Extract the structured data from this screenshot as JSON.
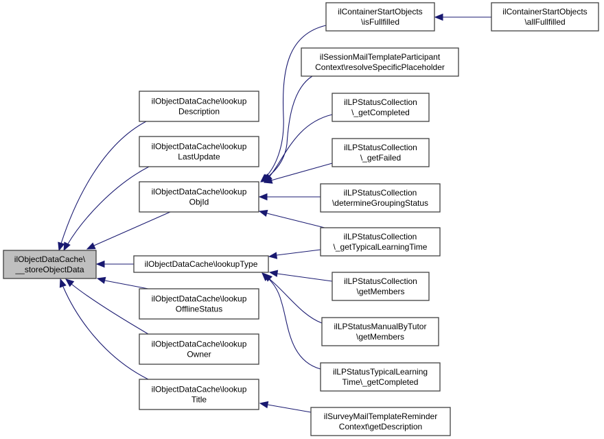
{
  "diagram": {
    "type": "call-graph",
    "edge_color": "#191970",
    "root_fill": "#bfbfbf",
    "nodes": [
      {
        "id": "root",
        "lines": [
          "ilObjectDataCache\\",
          "__storeObjectData"
        ],
        "root": true
      },
      {
        "id": "lookupDescription",
        "lines": [
          "ilObjectDataCache\\lookup",
          "Description"
        ]
      },
      {
        "id": "lookupLastUpdate",
        "lines": [
          "ilObjectDataCache\\lookup",
          "LastUpdate"
        ]
      },
      {
        "id": "lookupObjId",
        "lines": [
          "ilObjectDataCache\\lookup",
          "ObjId"
        ]
      },
      {
        "id": "lookupType",
        "lines": [
          "ilObjectDataCache\\lookupType"
        ]
      },
      {
        "id": "lookupOfflineStatus",
        "lines": [
          "ilObjectDataCache\\lookup",
          "OfflineStatus"
        ]
      },
      {
        "id": "lookupOwner",
        "lines": [
          "ilObjectDataCache\\lookup",
          "Owner"
        ]
      },
      {
        "id": "lookupTitle",
        "lines": [
          "ilObjectDataCache\\lookup",
          "Title"
        ]
      },
      {
        "id": "isFullfilled",
        "lines": [
          "ilContainerStartObjects",
          "\\isFullfilled"
        ]
      },
      {
        "id": "allFullfilled",
        "lines": [
          "ilContainerStartObjects",
          "\\allFullfilled"
        ]
      },
      {
        "id": "resolveSpecificPlaceholder",
        "lines": [
          "ilSessionMailTemplateParticipant",
          "Context\\resolveSpecificPlaceholder"
        ]
      },
      {
        "id": "lpGetCompleted",
        "lines": [
          "ilLPStatusCollection",
          "\\_getCompleted"
        ]
      },
      {
        "id": "lpGetFailed",
        "lines": [
          "ilLPStatusCollection",
          "\\_getFailed"
        ]
      },
      {
        "id": "determineGroupingStatus",
        "lines": [
          "ilLPStatusCollection",
          "\\determineGroupingStatus"
        ]
      },
      {
        "id": "getTypicalLearningTime",
        "lines": [
          "ilLPStatusCollection",
          "\\_getTypicalLearningTime"
        ]
      },
      {
        "id": "lpGetMembers",
        "lines": [
          "ilLPStatusCollection",
          "\\getMembers"
        ]
      },
      {
        "id": "manualGetMembers",
        "lines": [
          "ilLPStatusManualByTutor",
          "\\getMembers"
        ]
      },
      {
        "id": "typicalGetCompleted",
        "lines": [
          "ilLPStatusTypicalLearning",
          "Time\\_getCompleted"
        ]
      },
      {
        "id": "surveyGetDescription",
        "lines": [
          "ilSurveyMailTemplateReminder",
          "Context\\getDescription"
        ]
      }
    ],
    "edges": [
      {
        "from": "lookupDescription",
        "to": "root"
      },
      {
        "from": "lookupLastUpdate",
        "to": "root"
      },
      {
        "from": "lookupObjId",
        "to": "root"
      },
      {
        "from": "lookupType",
        "to": "root"
      },
      {
        "from": "lookupOfflineStatus",
        "to": "root"
      },
      {
        "from": "lookupOwner",
        "to": "root"
      },
      {
        "from": "lookupTitle",
        "to": "root"
      },
      {
        "from": "isFullfilled",
        "to": "lookupObjId"
      },
      {
        "from": "resolveSpecificPlaceholder",
        "to": "lookupObjId"
      },
      {
        "from": "lpGetCompleted",
        "to": "lookupObjId"
      },
      {
        "from": "lpGetFailed",
        "to": "lookupObjId"
      },
      {
        "from": "determineGroupingStatus",
        "to": "lookupObjId"
      },
      {
        "from": "getTypicalLearningTime",
        "to": "lookupObjId"
      },
      {
        "from": "getTypicalLearningTime",
        "to": "lookupType"
      },
      {
        "from": "lpGetMembers",
        "to": "lookupType"
      },
      {
        "from": "manualGetMembers",
        "to": "lookupType"
      },
      {
        "from": "typicalGetCompleted",
        "to": "lookupType"
      },
      {
        "from": "allFullfilled",
        "to": "isFullfilled"
      },
      {
        "from": "surveyGetDescription",
        "to": "lookupTitle"
      }
    ]
  }
}
